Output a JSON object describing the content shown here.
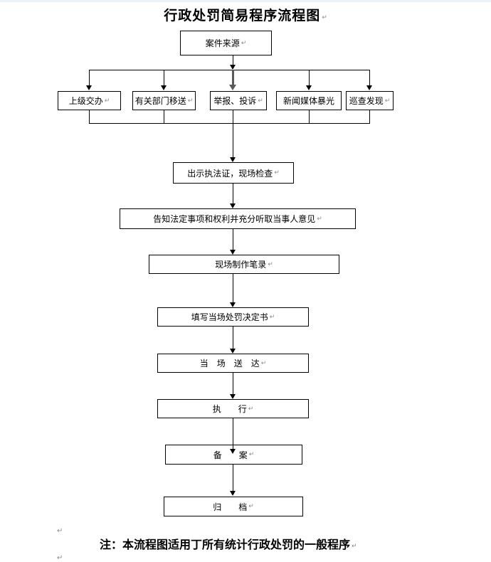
{
  "document": {
    "title": "行政处罚简易程序流程图",
    "note": "注：本流程图适用丁所有统计行政处罚的一般程序",
    "paragraph_mark": "↵"
  },
  "flowchart": {
    "nodes": {
      "case_source": "案件来源",
      "superior_assignment": "上级交办",
      "dept_transfer": "有关部门移送",
      "report_complaint": "举报、投诉",
      "media_exposure": "新闻媒体暴光",
      "patrol_discovery": "巡查发现",
      "onsite_inspection": "出示执法证，现场检查",
      "inform_rights": "告知法定事项和权利并充分听取当事人意见",
      "onsite_record": "现场制作笔录",
      "fill_decision": "填写当场处罚决定书",
      "onsite_delivery": "当　场　送　达",
      "execution": "执　　行",
      "filing": "备　　案",
      "archiving": "归　　档"
    }
  }
}
